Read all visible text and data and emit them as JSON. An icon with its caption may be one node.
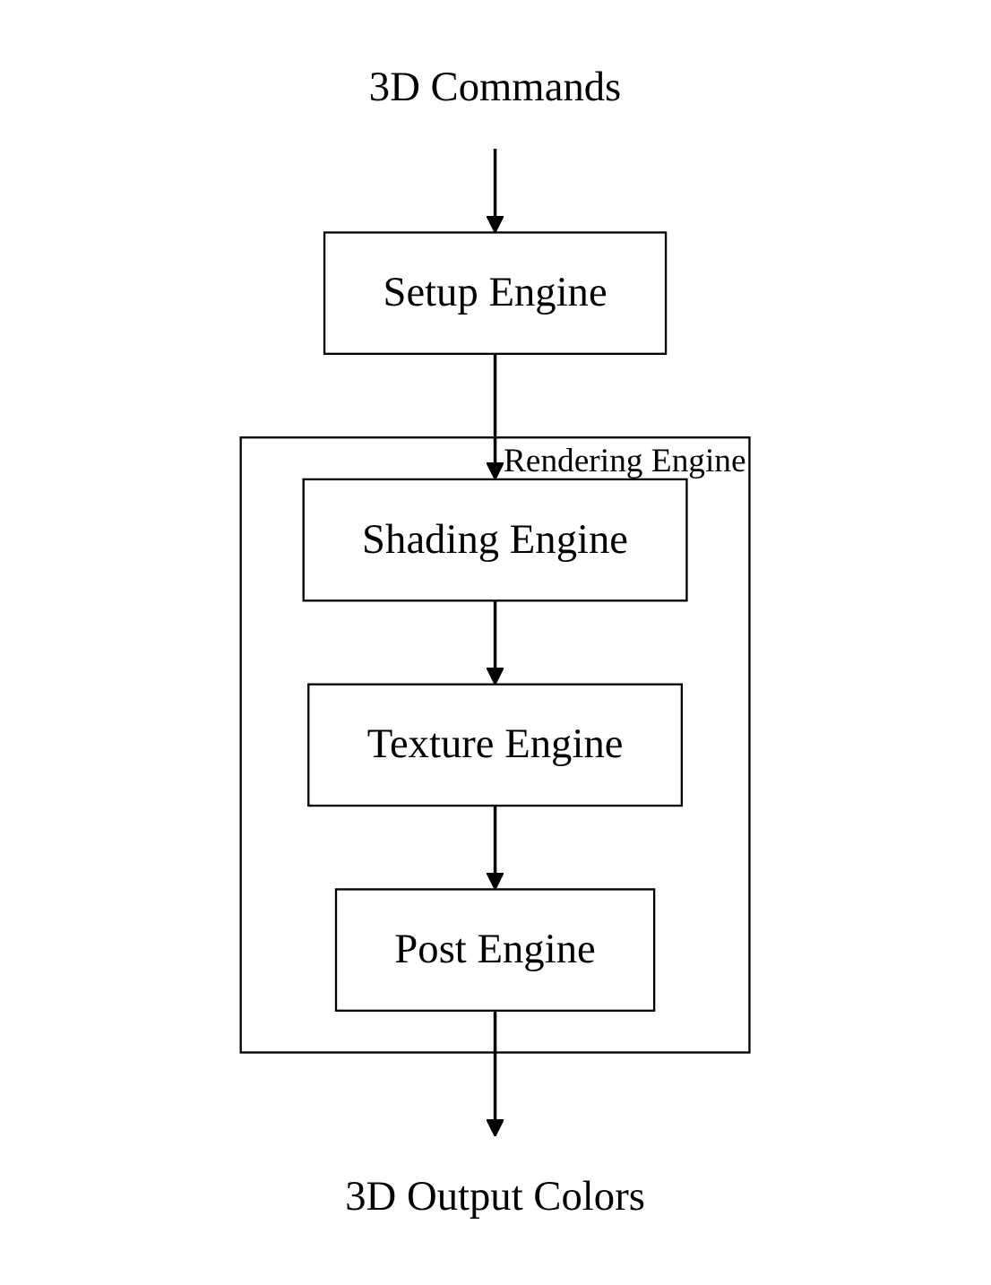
{
  "diagram": {
    "nodes": [
      {
        "text": [
          "3D Commands"
        ]
      },
      {
        "text": [
          "Setup Engine"
        ]
      },
      {
        "text": [
          "Rendering Engine"
        ]
      },
      {
        "text": [
          "Shading Engine"
        ],
        "in": 2
      },
      {
        "text": [
          "Texture Engine"
        ],
        "in": 2
      },
      {
        "text": [
          "Post Engine"
        ],
        "in": 2
      },
      {
        "text": [
          "3D Output Colors"
        ]
      }
    ],
    "edges": [
      {
        "from": 0,
        "to": 1,
        "arrow": "to"
      },
      {
        "from": 1,
        "to": 3,
        "arrow": "to"
      },
      {
        "from": 3,
        "to": 4,
        "arrow": "to"
      },
      {
        "from": 4,
        "to": 5,
        "arrow": "to"
      },
      {
        "from": 5,
        "to": 6,
        "arrow": "to"
      }
    ]
  }
}
